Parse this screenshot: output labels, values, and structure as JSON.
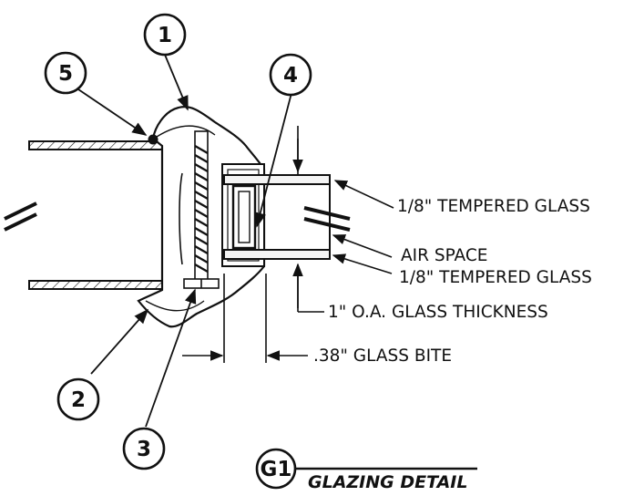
{
  "colors": {
    "ink": "#111111",
    "paper": "#ffffff",
    "glass_fill": "#f4f4f4",
    "screw_fill": "#222222"
  },
  "callouts": [
    {
      "id": "1",
      "label": "1"
    },
    {
      "id": "2",
      "label": "2"
    },
    {
      "id": "3",
      "label": "3"
    },
    {
      "id": "4",
      "label": "4"
    },
    {
      "id": "5",
      "label": "5"
    }
  ],
  "notes": {
    "glass_outer": "1/8\" TEMPERED GLASS",
    "air_space": "AIR SPACE",
    "glass_inner": "1/8\" TEMPERED GLASS",
    "thickness": "1\" O.A. GLASS THICKNESS",
    "glass_bite": ".38\" GLASS BITE"
  },
  "detail": {
    "tag": "G1",
    "title": "GLAZING DETAIL"
  }
}
